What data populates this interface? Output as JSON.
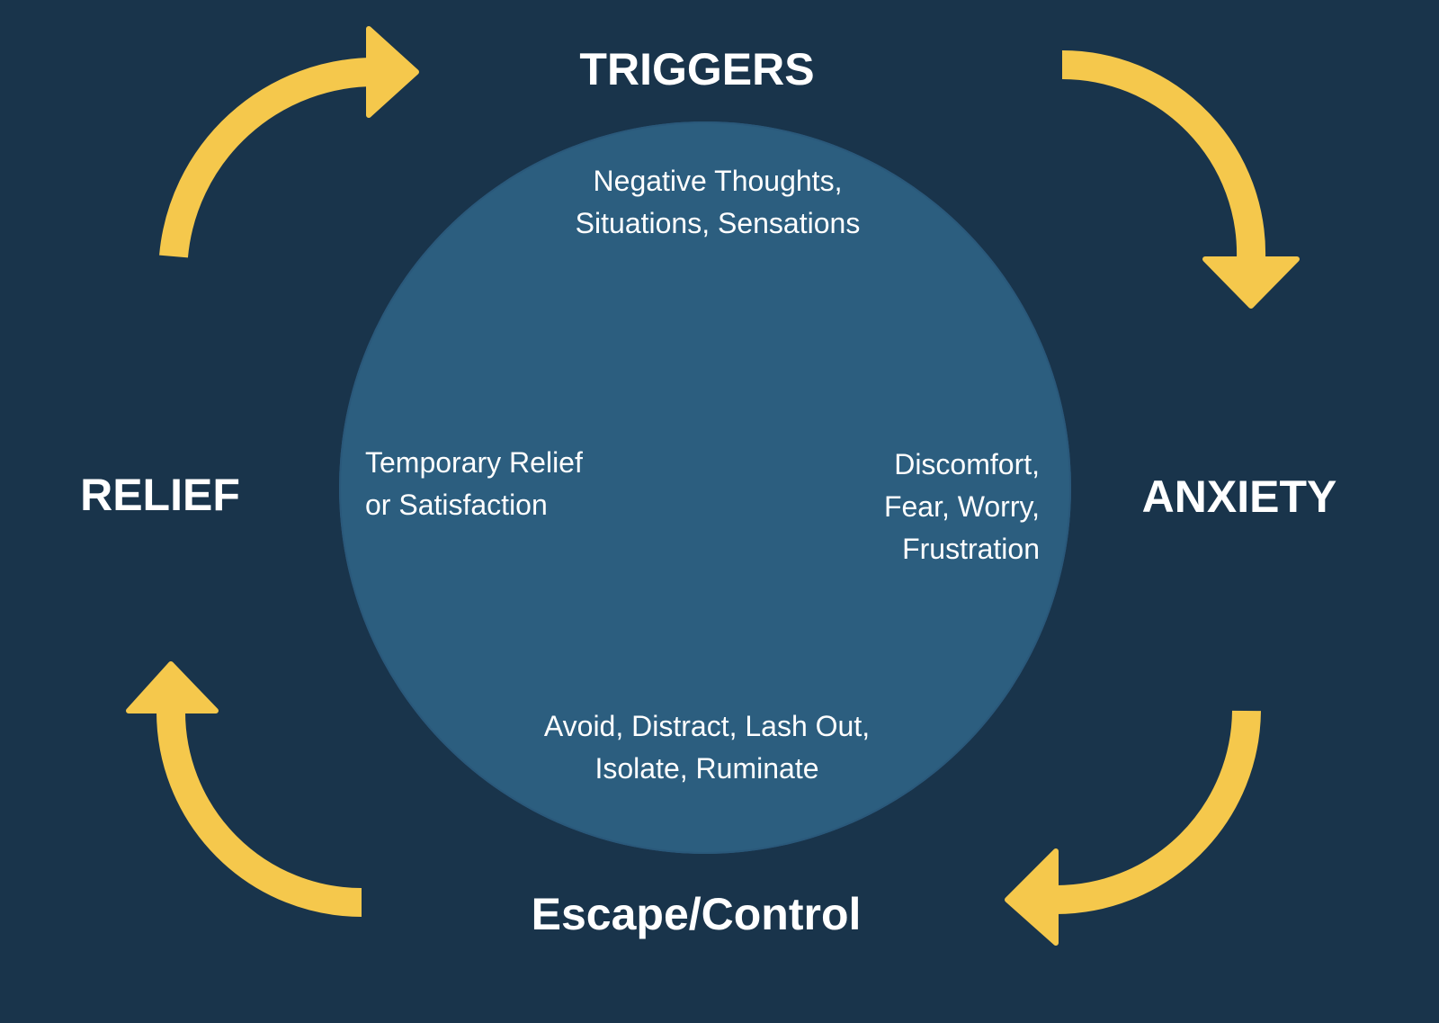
{
  "colors": {
    "background": "#19344b",
    "circle": "#2c5e7f",
    "arrow": "#f5c84c",
    "text": "#ffffff"
  },
  "stages": {
    "triggers": "TRIGGERS",
    "anxiety": "ANXIETY",
    "escape": "Escape/Control",
    "relief": "RELIEF"
  },
  "descriptions": {
    "triggers": [
      "Negative Thoughts,",
      "Situations, Sensations"
    ],
    "anxiety": [
      "Discomfort,",
      "Fear, Worry,",
      "Frustration"
    ],
    "escape": [
      "Avoid, Distract, Lash Out,",
      "Isolate, Ruminate"
    ],
    "relief": [
      "Temporary Relief",
      "or Satisfaction"
    ]
  },
  "arrows": [
    {
      "from": "relief",
      "to": "triggers",
      "icon": "curved-arrow-right-icon"
    },
    {
      "from": "triggers",
      "to": "anxiety",
      "icon": "curved-arrow-down-icon"
    },
    {
      "from": "anxiety",
      "to": "escape",
      "icon": "curved-arrow-left-icon"
    },
    {
      "from": "escape",
      "to": "relief",
      "icon": "curved-arrow-up-icon"
    }
  ]
}
